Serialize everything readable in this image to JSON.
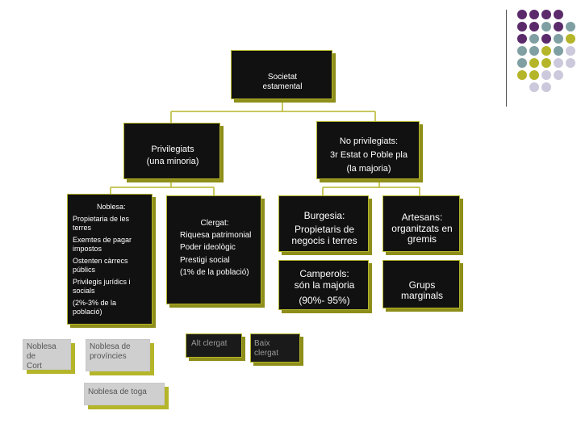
{
  "palette": {
    "purple": "#5a2a6a",
    "teal": "#7f9fa2",
    "olive": "#b5b52a",
    "lavender": "#cdc9dc",
    "box_bg": "#111111"
  },
  "root": {
    "line1": "Societat",
    "line2": "estamental"
  },
  "privileged": {
    "title": "Privilegiats",
    "subtitle": "(una minoria)"
  },
  "non_privileged": {
    "title": "No privilegiats:",
    "line2": "3r Estat o Poble pla",
    "line3": "(la majoria)"
  },
  "nobility": {
    "title": "Noblesa:",
    "items": [
      "Propietaria de les",
      "terres",
      "Exemtes de pagar",
      "impostos",
      "Ostenten càrrecs",
      "públics",
      "Privilegis jurídics i",
      "socials",
      "(2%-3% de la",
      "població)"
    ]
  },
  "clergy": {
    "title": "Clergat:",
    "items": [
      "Riquesa patrimonial",
      "Poder ideològic",
      "Prestigi social",
      "(1% de la població)"
    ]
  },
  "bourgeoisie": {
    "title": "Burgesia:",
    "line2": "Propietaris de",
    "line3": "negocis i terres"
  },
  "peasants": {
    "title": "Camperols:",
    "line2": "són la majoria",
    "line3": "(90%- 95%)"
  },
  "artisans": {
    "title": "Artesans:",
    "line2": "organitzats en",
    "line3": "gremis"
  },
  "marginal": {
    "line1": "Grups",
    "line2": "marginals"
  },
  "court_nobility": {
    "line1": "Noblesa de",
    "line2": "Cort"
  },
  "provincial_nobility": {
    "line1": "Noblesa de",
    "line2": "províncies"
  },
  "robe_nobility": {
    "label": "Noblesa de toga"
  },
  "high_clergy": {
    "label": "Alt clergat"
  },
  "low_clergy": {
    "line1": "Baix",
    "line2": "clergat"
  }
}
